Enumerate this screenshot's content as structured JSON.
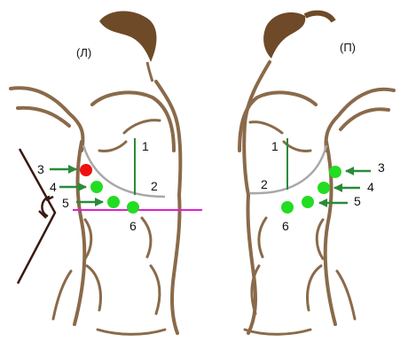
{
  "figure": {
    "left_view": {
      "header": "(Л)",
      "arrow_labels": [
        "3",
        "4",
        "5"
      ],
      "line_labels": [
        "1",
        "2",
        "6"
      ]
    },
    "right_view": {
      "header": "(П)",
      "arrow_labels": [
        "3",
        "4",
        "5"
      ],
      "line_labels": [
        "1",
        "2",
        "6"
      ]
    }
  },
  "colors": {
    "body_outline": "#8a6a4a",
    "hair": "#6e4a28",
    "marker_green": "#22dd22",
    "marker_red": "#ee1111",
    "arrow_green": "#2a8a3a",
    "vertical_line": "#2a8a3a",
    "costal_arc": "#a8a8a8",
    "horizontal_line": "#dd22cc",
    "side_line": "#3a1a10"
  }
}
